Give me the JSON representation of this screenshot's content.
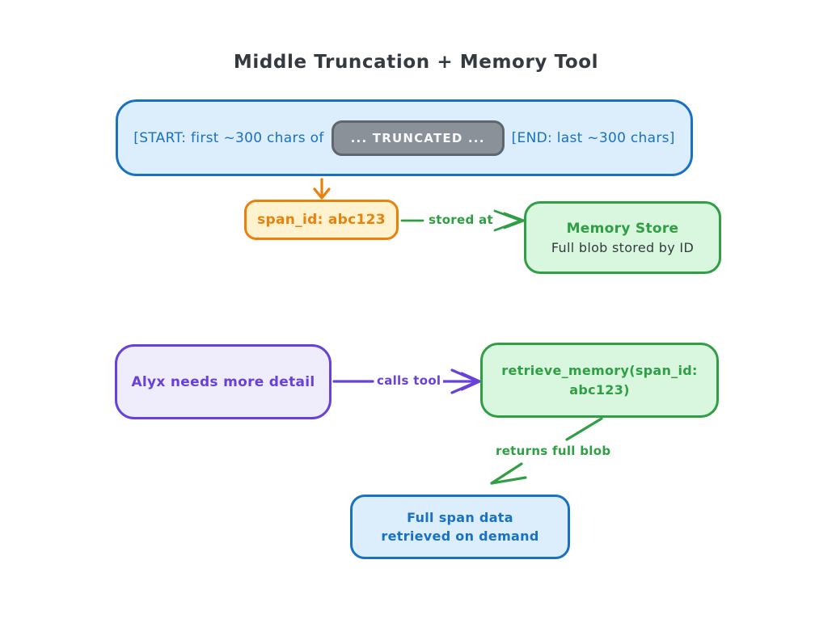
{
  "title": "Middle Truncation + Memory Tool",
  "colors": {
    "blue": "#1971c2",
    "blue_fill": "#dceefb",
    "gray_fill": "#8a9199",
    "gray_border": "#5f666d",
    "orange": "#e8820e",
    "orange_fill": "#fff3cf",
    "green": "#2f9e44",
    "green_fill": "#d9f7de",
    "purple": "#6741d9",
    "purple_fill": "#efecfb",
    "dark": "#343a40",
    "white_text": "#f8f9fa"
  },
  "truncation_box": {
    "start_label": "[START: first ~300 chars of",
    "truncated_chip": "... TRUNCATED ...",
    "end_label": "[END: last ~300 chars]"
  },
  "span_id_box": {
    "label": "span_id: abc123"
  },
  "memory_store_box": {
    "title": "Memory Store",
    "subtitle": "Full blob stored by ID"
  },
  "alyx_box": {
    "label": "Alyx needs more detail"
  },
  "retrieve_box": {
    "label": "retrieve_memory(span_id: abc123)"
  },
  "result_box": {
    "label": "Full span data retrieved on demand"
  },
  "edges": {
    "stored_at": "stored at",
    "calls_tool": "calls tool",
    "returns_full_blob": "returns full blob"
  }
}
